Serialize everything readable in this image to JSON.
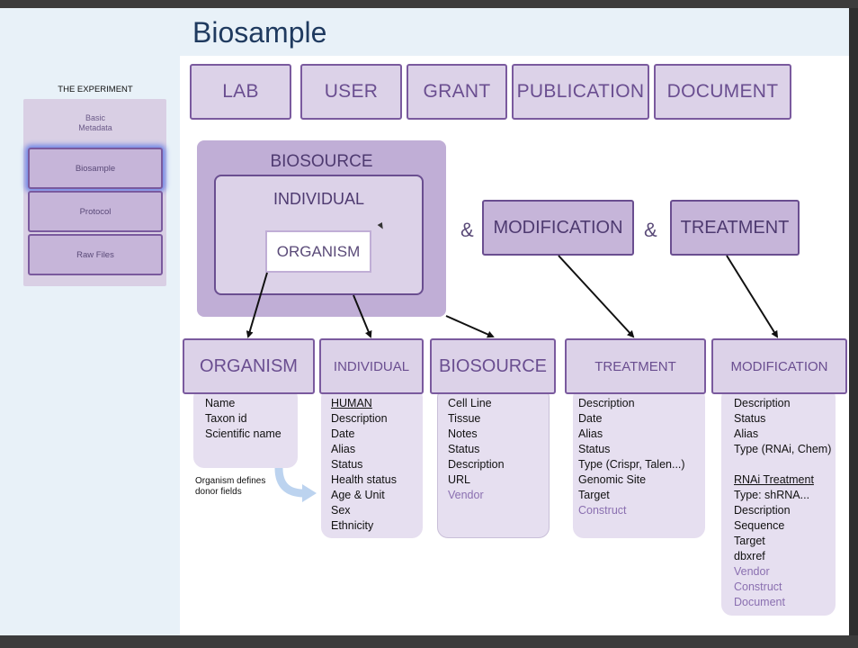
{
  "title": "Biosample",
  "sidebar": {
    "heading": "THE EXPERIMENT",
    "basic": "Basic\nMetadata",
    "items": [
      {
        "label": "Biosample",
        "active": true
      },
      {
        "label": "Protocol",
        "active": false
      },
      {
        "label": "Raw Files",
        "active": false
      }
    ]
  },
  "top_boxes": [
    "LAB",
    "USER",
    "GRANT",
    "PUBLICATION",
    "DOCUMENT"
  ],
  "biosource_group": {
    "outer": "BIOSOURCE",
    "middle": "INDIVIDUAL",
    "inner": "ORGANISM"
  },
  "connectors": [
    "&",
    "&"
  ],
  "mid_boxes": [
    "MODIFICATION",
    "TREATMENT"
  ],
  "cards": [
    {
      "title": "ORGANISM",
      "fields": [
        {
          "t": "Name"
        },
        {
          "t": "Taxon id"
        },
        {
          "t": "Scientific name"
        }
      ]
    },
    {
      "title": "INDIVIDUAL",
      "fields": [
        {
          "t": "HUMAN",
          "style": "u"
        },
        {
          "t": "Description"
        },
        {
          "t": "Date"
        },
        {
          "t": "Alias"
        },
        {
          "t": "Status"
        },
        {
          "t": "Health status"
        },
        {
          "t": "Age & Unit"
        },
        {
          "t": "Sex"
        },
        {
          "t": "Ethnicity"
        }
      ]
    },
    {
      "title": "BIOSOURCE",
      "fields": [
        {
          "t": "Cell Line"
        },
        {
          "t": "Tissue"
        },
        {
          "t": "Notes"
        },
        {
          "t": "Status"
        },
        {
          "t": "Description"
        },
        {
          "t": "URL"
        },
        {
          "t": "Vendor",
          "style": "purple"
        }
      ]
    },
    {
      "title": "TREATMENT",
      "fields": [
        {
          "t": "Description"
        },
        {
          "t": "Date"
        },
        {
          "t": "Alias"
        },
        {
          "t": "Status"
        },
        {
          "t": "Type (Crispr, Talen...)"
        },
        {
          "t": "Genomic Site"
        },
        {
          "t": "Target"
        },
        {
          "t": "Construct",
          "style": "purple"
        }
      ]
    },
    {
      "title": "MODIFICATION",
      "fields": [
        {
          "t": "Description"
        },
        {
          "t": "Status"
        },
        {
          "t": "Alias"
        },
        {
          "t": "Type (RNAi, Chem)"
        },
        {
          "t": "",
          "style": "gap"
        },
        {
          "t": "RNAi Treatment",
          "style": "u"
        },
        {
          "t": "Type: shRNA..."
        },
        {
          "t": "Description"
        },
        {
          "t": "Sequence"
        },
        {
          "t": "Target"
        },
        {
          "t": "dbxref"
        },
        {
          "t": "Vendor",
          "style": "purple"
        },
        {
          "t": "Construct",
          "style": "purple"
        },
        {
          "t": "Document",
          "style": "purple"
        }
      ]
    }
  ],
  "note": "Organism defines\ndonor fields",
  "colors": {
    "box_fill": "#dcd2e8",
    "box_border": "#7a5a9e",
    "text_purple": "#6a4e90",
    "group_fill": "#c0aed6",
    "highlight_glow": "#6f86e6"
  }
}
